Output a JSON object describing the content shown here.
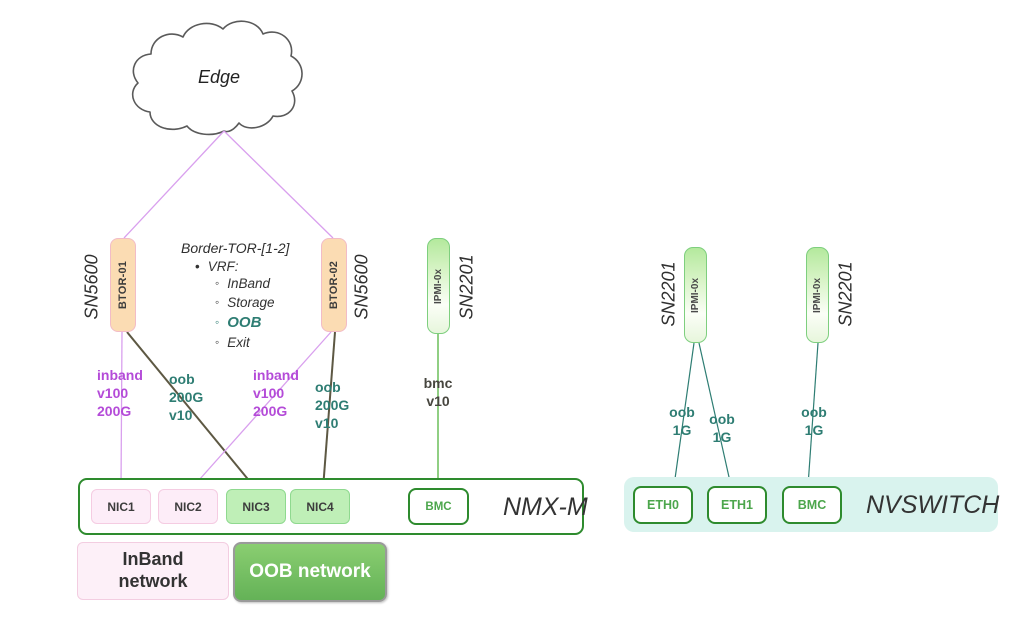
{
  "palette": {
    "inband_text": "#b44bd8",
    "inband_line": "#d9a0ee",
    "oob_text": "#2e7d73",
    "oob_dark_line": "#5d5843",
    "teal_line": "#2e7d73",
    "green_line": "#6cbf5a",
    "tor_fill": "#fbdcb3",
    "nic_pink": "#fdedf8",
    "nic_green": "#bfefb7",
    "frame_green_border": "#2e8b2e",
    "nvswitch_bg": "#d9f3ee"
  },
  "cloud": {
    "label": "Edge"
  },
  "left": {
    "tor1": {
      "name": "BTOR-01",
      "model": "SN5600"
    },
    "tor2": {
      "name": "BTOR-02",
      "model": "SN5600"
    },
    "note": {
      "title": "Border-TOR-[1-2]",
      "heading": "VRF:",
      "items": [
        "InBand",
        "Storage",
        "OOB",
        "Exit"
      ]
    },
    "ipmi": {
      "name": "IPMI-0x",
      "model": "SN2201"
    },
    "links": {
      "inband1": "inband\nv100\n200G",
      "oob1": "oob\n200G\nv10",
      "inband2": "inband\nv100\n200G",
      "oob2": "oob\n200G\nv10",
      "bmc": "bmc\nv10"
    },
    "nmx": {
      "title": "NMX-M",
      "ports": [
        "NIC1",
        "NIC2",
        "NIC3",
        "NIC4"
      ],
      "bmc": "BMC"
    }
  },
  "right": {
    "ipmi1": {
      "name": "IPMI-0x",
      "model": "SN2201"
    },
    "ipmi2": {
      "name": "IPMI-0x",
      "model": "SN2201"
    },
    "links": {
      "oob1": "oob\n1G",
      "oob2": "oob\n1G",
      "oob3": "oob\n1G"
    },
    "nvswitch": {
      "title": "NVSWITCH",
      "ports": [
        "ETH0",
        "ETH1"
      ],
      "bmc": "BMC"
    }
  },
  "legend": {
    "inband": "InBand\nnetwork",
    "oob": "OOB network"
  }
}
